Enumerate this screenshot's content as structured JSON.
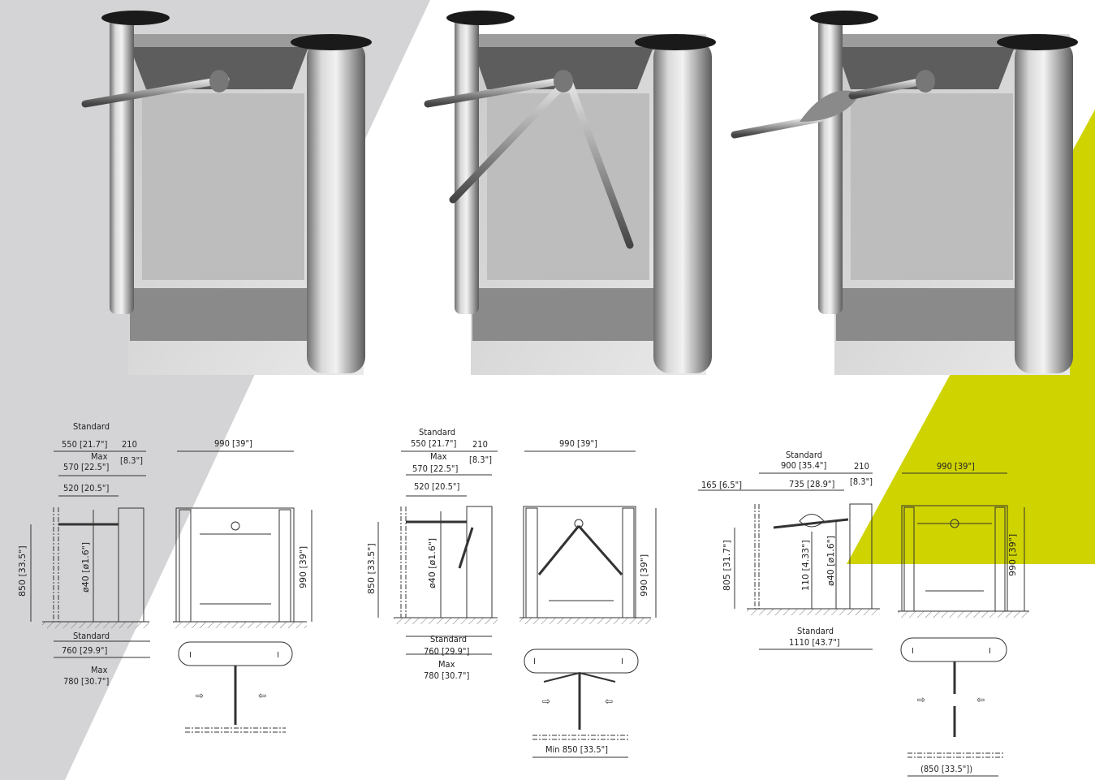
{
  "colors": {
    "background": "#ffffff",
    "grey_triangle": "#d4d4d6",
    "accent_yellow": "#cfd300",
    "steel_light": "#e4e4e4",
    "steel_dark": "#7e7e7e",
    "cap": "#1a1a1a",
    "drawing_line": "#333333"
  },
  "drawings": [
    {
      "variant": "three-arm standard",
      "side_view": {
        "top_label": "Standard",
        "depth_standard": "550 [21.7\"]",
        "cap_width": "210",
        "cap_width_in": "[8.3\"]",
        "max_label": "Max",
        "depth_max": "570 [22.5\"]",
        "arm_length": "520 [20.5\"]",
        "height": "850 [33.5\"]",
        "tube_diameter": "ø40 [ø1.6\"]",
        "bottom_standard_label": "Standard",
        "bottom_standard": "760 [29.9\"]",
        "bottom_max_label": "Max",
        "bottom_max": "780 [30.7\"]"
      },
      "front_view": {
        "width": "990 [39\"]",
        "height": "990 [39\"]"
      }
    },
    {
      "variant": "three-arm tripod",
      "side_view": {
        "top_label": "Standard",
        "depth_standard": "550 [21.7\"]",
        "cap_width": "210",
        "cap_width_in": "[8.3\"]",
        "max_label": "Max",
        "depth_max": "570 [22.5\"]",
        "arm_length": "520 [20.5\"]",
        "height": "850 [33.5\"]",
        "tube_diameter": "ø40 [ø1.6\"]",
        "bottom_standard_label": "Standard",
        "bottom_standard": "760 [29.9\"]",
        "bottom_max_label": "Max",
        "bottom_max": "780 [30.7\"]"
      },
      "front_view": {
        "width": "990 [39\"]",
        "height": "990 [39\"]",
        "passage": "Min 850 [33.5\"]"
      }
    },
    {
      "variant": "drop-arm",
      "side_view": {
        "top_label": "Standard",
        "depth_standard": "900 [35.4\"]",
        "cap_width": "210",
        "cap_width_in": "[8.3\"]",
        "offset": "165 [6.5\"]",
        "arm_length": "735 [28.9\"]",
        "height": "805 [31.7\"]",
        "joint_height": "110 [4.33\"]",
        "tube_diameter": "ø40 [ø1.6\"]",
        "bottom_standard_label": "Standard",
        "bottom_standard": "1110 [43.7\"]"
      },
      "front_view": {
        "width": "990 [39\"]",
        "height": "990 [39\"]",
        "passage": "(850 [33.5\"])"
      }
    }
  ]
}
